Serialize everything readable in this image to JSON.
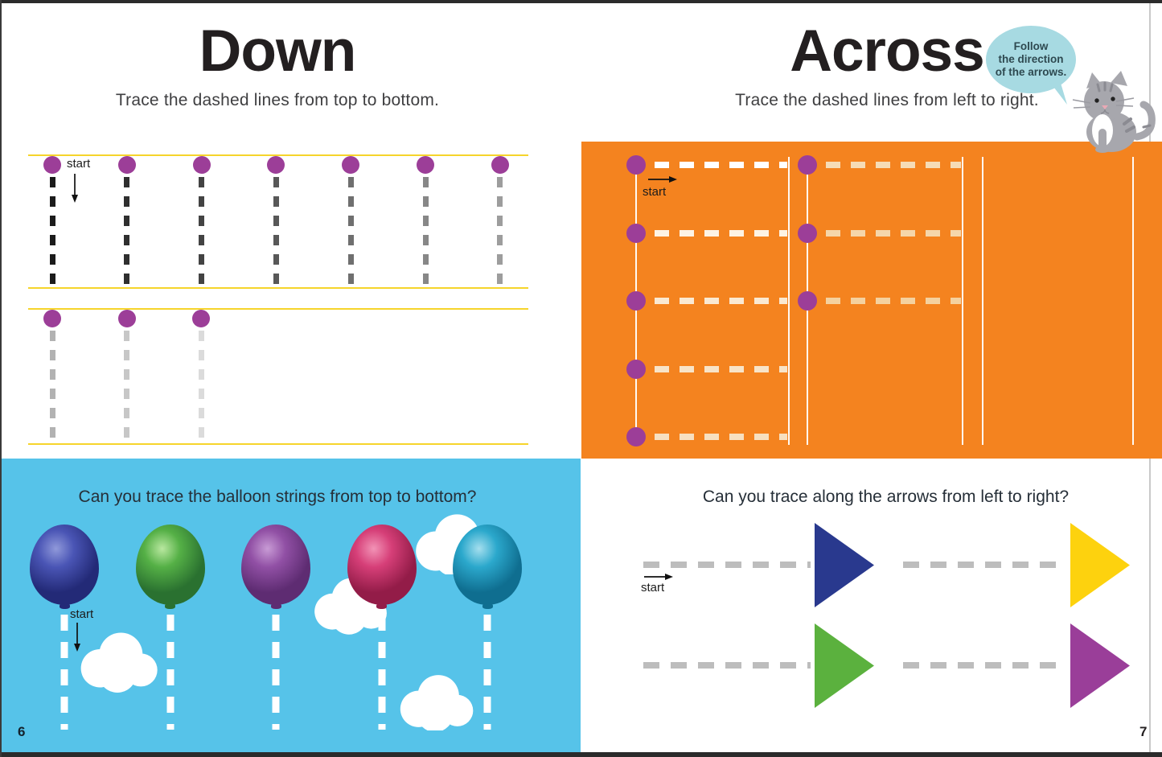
{
  "labels": {
    "start": "start"
  },
  "left_page": {
    "title": "Down",
    "subtitle": "Trace the dashed lines from top to bottom.",
    "question": "Can you trace the balloon strings from top to bottom?",
    "page_number": "6",
    "section1_dash_colors": [
      "#1b1b1b",
      "#2f2f2f",
      "#434343",
      "#585858",
      "#6f6f6f",
      "#878787",
      "#9d9d9d"
    ],
    "section2_dash_colors": [
      "#b2b2b2",
      "#c7c7c7",
      "#dbdbdb"
    ],
    "balloons": [
      {
        "name": "blue",
        "light": "#9099da",
        "mid": "#4a55b5",
        "dark": "#232a77"
      },
      {
        "name": "green",
        "light": "#b9e8a0",
        "mid": "#55b046",
        "dark": "#2a7130"
      },
      {
        "name": "purple",
        "light": "#c89bd5",
        "mid": "#9150a5",
        "dark": "#5e2c72"
      },
      {
        "name": "pink",
        "light": "#f293b6",
        "mid": "#d63f78",
        "dark": "#931c48"
      },
      {
        "name": "teal",
        "light": "#a5dfee",
        "mid": "#2ba8cc",
        "dark": "#0f6e90"
      }
    ]
  },
  "right_page": {
    "title": "Across",
    "subtitle": "Trace the dashed lines from left to right.",
    "speech_bubble": [
      "Follow",
      "the direction",
      "of the arrows."
    ],
    "question": "Can you trace along the arrows from left to right?",
    "page_number": "7",
    "box1_dash_colors": [
      "#ffffff",
      "#fdf3e4",
      "#fae9d2",
      "#f8e4c8",
      "#f7e0c0"
    ],
    "box2_dash_colors": [
      "#f6dcb6",
      "#f5d6aa",
      "#f4d19f"
    ],
    "arrow_rows": [
      {
        "first": "#29398e",
        "second": "#fdd20e"
      },
      {
        "first": "#5bb13e",
        "second": "#9a3e99"
      }
    ]
  },
  "colors": {
    "orange_bg": "#f4831f",
    "blue_bg": "#56c3e9",
    "dot_purple": "#9c3e98",
    "guide_yellow": "#f6d42b",
    "dash_gray": "#bdbdbd",
    "bubble_blue": "#a7dae2",
    "cat_gray": "#a7a7ad"
  }
}
